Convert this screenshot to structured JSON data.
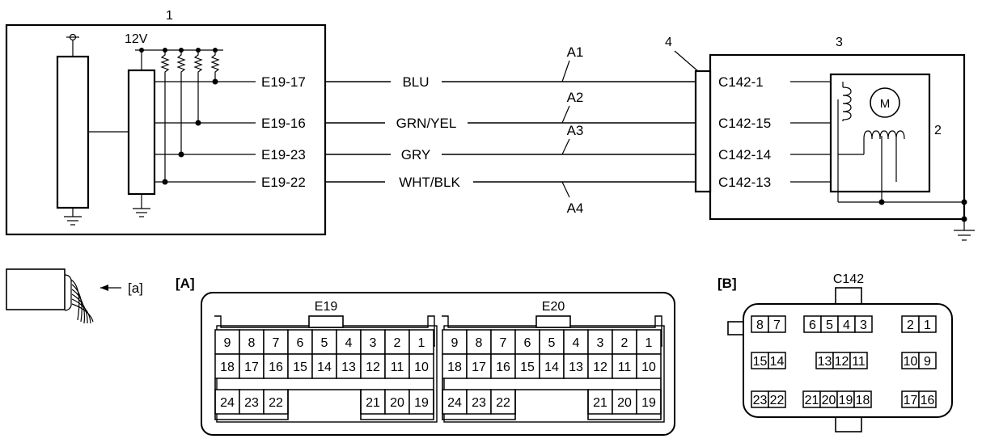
{
  "labels": {
    "ecm_number": "1",
    "motor_number": "2",
    "actuator_number": "3",
    "connector_number": "4",
    "supply_voltage": "12V",
    "motor_symbol": "M",
    "harness_label": "[a]",
    "section_a": "[A]",
    "section_b": "[B]"
  },
  "wires": [
    {
      "ecm_terminal": "E19-17",
      "color": "BLU",
      "segment": "A1",
      "actuator_terminal": "C142-1"
    },
    {
      "ecm_terminal": "E19-16",
      "color": "GRN/YEL",
      "segment": "A2",
      "actuator_terminal": "C142-15"
    },
    {
      "ecm_terminal": "E19-23",
      "color": "GRY",
      "segment": "A3",
      "actuator_terminal": "C142-14"
    },
    {
      "ecm_terminal": "E19-22",
      "color": "WHT/BLK",
      "segment": "A4",
      "actuator_terminal": "C142-13"
    }
  ],
  "connector_a": {
    "left_name": "E19",
    "right_name": "E20",
    "row1": [
      "9",
      "8",
      "7",
      "6",
      "5",
      "4",
      "3",
      "2",
      "1"
    ],
    "row2": [
      "18",
      "17",
      "16",
      "15",
      "14",
      "13",
      "12",
      "11",
      "10"
    ],
    "row3_left": [
      "24",
      "23",
      "22"
    ],
    "row3_right": [
      "21",
      "20",
      "19"
    ]
  },
  "connector_b": {
    "name": "C142",
    "row1": [
      [
        "8",
        "7"
      ],
      [
        "6",
        "5",
        "4",
        "3"
      ],
      [
        "2",
        "1"
      ]
    ],
    "row2": [
      [
        "15",
        "14"
      ],
      [
        "13",
        "12",
        "11"
      ],
      [
        "10",
        "9"
      ]
    ],
    "row3": [
      [
        "23",
        "22"
      ],
      [
        "21",
        "20",
        "19",
        "18"
      ],
      [
        "17",
        "16"
      ]
    ]
  }
}
